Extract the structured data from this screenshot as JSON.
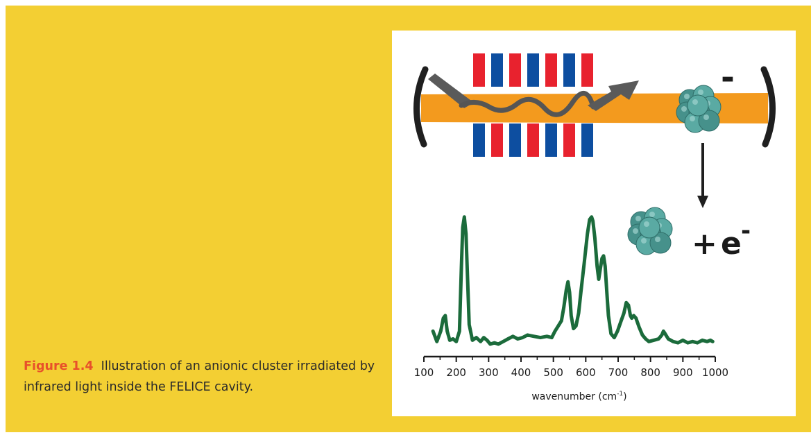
{
  "caption": {
    "label": "Figure 1.4",
    "text": "Illustration of an anionic cluster irradiated by infrared light inside the FELICE cavity."
  },
  "illustration": {
    "cluster_charge": "-",
    "products_plus": "+",
    "products_electron": "e",
    "products_electron_sup": "-",
    "colors": {
      "background": "#f3cf33",
      "beam": "#f39a1e",
      "magnet_red": "#e8222e",
      "magnet_blue": "#0d4ea0",
      "cluster": "#4f9e98",
      "spectrum": "#1b6b3b",
      "caption_label": "#e8502a"
    }
  },
  "chart_data": {
    "type": "line",
    "title": "",
    "xlabel": "wavenumber (cm-1)",
    "xlabel_main": "wavenumber (cm",
    "xlabel_sup": "-1",
    "xlabel_close": ")",
    "ylabel": "",
    "xlim": [
      100,
      1000
    ],
    "ylim": [
      0,
      1
    ],
    "grid": false,
    "xticks": [
      100,
      200,
      300,
      400,
      500,
      600,
      700,
      800,
      900,
      1000
    ],
    "series": [
      {
        "x": [
          128,
          140,
          152,
          160,
          166,
          172,
          180,
          190,
          200,
          210,
          216,
          220,
          225,
          230,
          235,
          240,
          250,
          262,
          275,
          285,
          295,
          305,
          318,
          330,
          345,
          360,
          375,
          390,
          405,
          420,
          440,
          460,
          480,
          495,
          505,
          515,
          525,
          532,
          540,
          545,
          550,
          555,
          562,
          570,
          578,
          585,
          595,
          605,
          612,
          618,
          622,
          628,
          635,
          640,
          645,
          650,
          655,
          660,
          665,
          670,
          678,
          688,
          698,
          708,
          718,
          725,
          732,
          738,
          742,
          748,
          755,
          765,
          775,
          785,
          795,
          810,
          825,
          835,
          840,
          845,
          855,
          870,
          885,
          900,
          915,
          930,
          945,
          960,
          975,
          985,
          992
        ],
        "y": [
          0.1,
          0.02,
          0.1,
          0.2,
          0.22,
          0.1,
          0.03,
          0.04,
          0.02,
          0.1,
          0.6,
          0.9,
          0.98,
          0.85,
          0.5,
          0.15,
          0.03,
          0.05,
          0.02,
          0.05,
          0.03,
          0.0,
          0.01,
          0.0,
          0.02,
          0.04,
          0.06,
          0.04,
          0.05,
          0.07,
          0.06,
          0.05,
          0.06,
          0.05,
          0.1,
          0.14,
          0.18,
          0.28,
          0.42,
          0.48,
          0.4,
          0.22,
          0.12,
          0.14,
          0.24,
          0.4,
          0.62,
          0.85,
          0.96,
          0.98,
          0.95,
          0.82,
          0.6,
          0.5,
          0.58,
          0.66,
          0.68,
          0.6,
          0.4,
          0.22,
          0.08,
          0.05,
          0.1,
          0.17,
          0.24,
          0.32,
          0.3,
          0.22,
          0.2,
          0.22,
          0.2,
          0.13,
          0.07,
          0.04,
          0.02,
          0.03,
          0.04,
          0.07,
          0.1,
          0.08,
          0.04,
          0.02,
          0.01,
          0.03,
          0.01,
          0.02,
          0.01,
          0.03,
          0.02,
          0.03,
          0.02
        ]
      }
    ]
  }
}
